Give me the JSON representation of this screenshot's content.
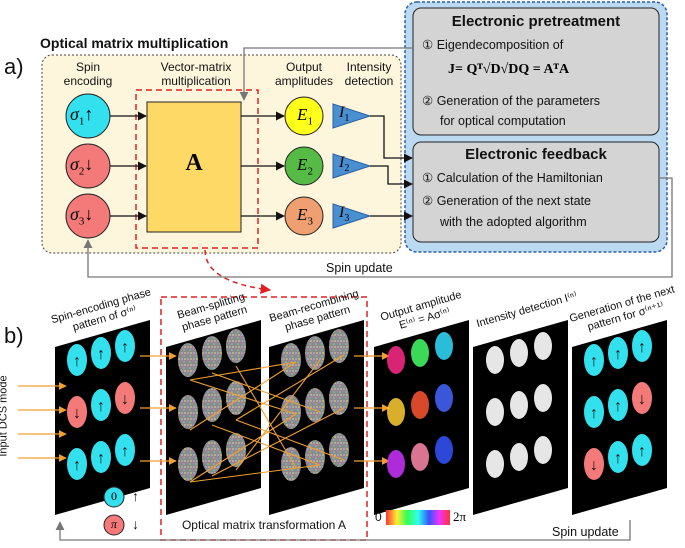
{
  "panel_a": {
    "label": "a)",
    "title": "Optical matrix multiplication",
    "col_spin": "Spin\nencoding",
    "col_vmm": "Vector-matrix\nmultiplication",
    "col_out": "Output\namplitudes",
    "col_int": "Intensity\ndetection",
    "spins": [
      {
        "sym": "σ",
        "sub": "1",
        "arrow": "↑",
        "color": "#33e0ee"
      },
      {
        "sym": "σ",
        "sub": "2",
        "arrow": "↓",
        "color": "#f47a7a"
      },
      {
        "sym": "σ",
        "sub": "3",
        "arrow": "↓",
        "color": "#f47a7a"
      }
    ],
    "matrix": "A",
    "outputs": [
      {
        "sym": "E",
        "sub": "1",
        "color": "#ffff1a"
      },
      {
        "sym": "E",
        "sub": "2",
        "color": "#55bb44"
      },
      {
        "sym": "E",
        "sub": "3",
        "color": "#f0a070"
      }
    ],
    "intensities": [
      {
        "sym": "I",
        "sub": "1"
      },
      {
        "sym": "I",
        "sub": "2"
      },
      {
        "sym": "I",
        "sub": "3"
      }
    ],
    "pretreatment": {
      "title": "Electronic pretreatment",
      "item1_num": "①",
      "item1": "Eigendecomposition of",
      "equation": "J= Qᵀ√D√DQ = AᵀA",
      "item2_num": "②",
      "item2": "Generation of the parameters",
      "item2b": "for optical computation"
    },
    "feedback": {
      "title": "Electronic feedback",
      "item1_num": "①",
      "item1": "Calculation of the Hamiltonian",
      "item2_num": "②",
      "item2": "Generation of the next state",
      "item2b": "with the adopted algorithm"
    },
    "spin_update": "Spin update"
  },
  "panel_b": {
    "label": "b)",
    "input_mode": "Input DCS mode",
    "plate1_title": "Spin-encoding phase\npattern of σ⁽ⁿ⁾",
    "plate2_title": "Beam-splitting\nphase pattern",
    "plate3_title": "Beam-recombining\nphase pattern",
    "plate4_title": "Output amplitude\nE⁽ⁿ⁾ = Aσ⁽ⁿ⁾",
    "plate5_title": "Intensity detection I⁽ⁿ⁾",
    "plate6_title": "Generation of the next\npattern for σ⁽ⁿ⁺¹⁾",
    "legend_zero": "0",
    "legend_up": "↑",
    "legend_pi": "π",
    "legend_down": "↓",
    "transformation": "Optical matrix transformation A",
    "colorbar_min": "0",
    "colorbar_max": "2π",
    "spin_update": "Spin update",
    "plate1_spins": [
      "↑",
      "↑",
      "↑",
      "↓",
      "↑",
      "↓",
      "↑",
      "↑",
      "↑"
    ],
    "plate6_spins": [
      "↑",
      "↑",
      "↑",
      "↑",
      "↑",
      "↓",
      "↓",
      "↑",
      "↑"
    ],
    "plate4_colors": [
      "#ff2a8a",
      "#44ff66",
      "#33ddff",
      "#ffcc33",
      "#ff5533",
      "#4466ff",
      "#cc33ff",
      "#ff88aa",
      "#3355ff"
    ]
  },
  "colors": {
    "yellow_panel": "#fdf6dc",
    "blue_panel": "#bcd9f2",
    "gray_box": "#d4d4d4",
    "matrix_fill": "#ffd966",
    "dashed_red": "#e02020",
    "arrow_orange": "#f0a030",
    "cyan": "#33e0ee",
    "salmon": "#f47a7a",
    "detector_blue": "#4a90d0"
  }
}
